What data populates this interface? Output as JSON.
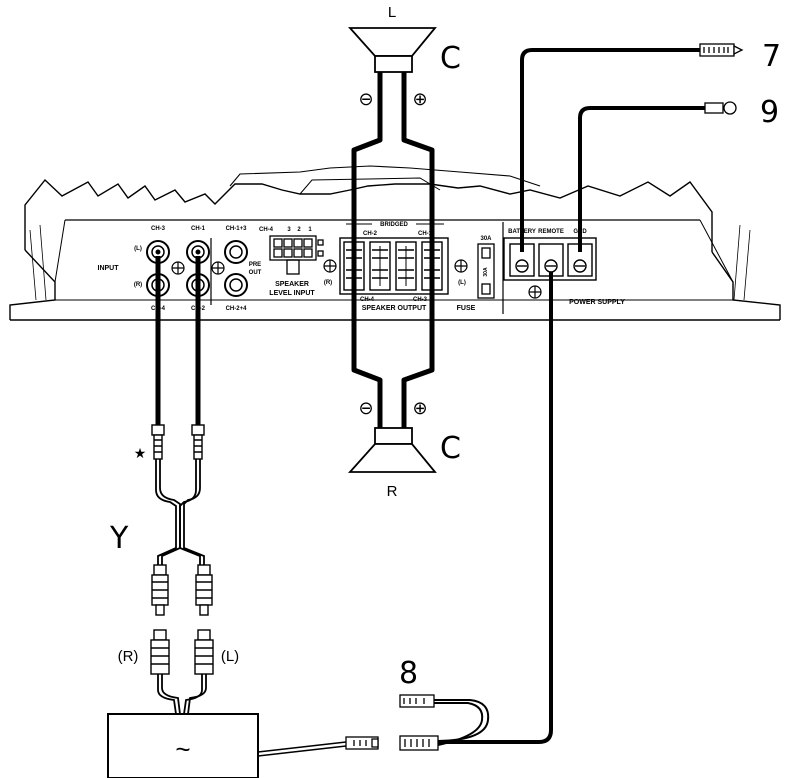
{
  "speakers": {
    "left": {
      "label": "L",
      "callout": "C",
      "minus": "⊖",
      "plus": "⊕"
    },
    "right": {
      "label": "R",
      "callout": "C",
      "minus": "⊖",
      "plus": "⊕"
    }
  },
  "callouts": {
    "battery_lead": "7",
    "ground_lead": "9",
    "remote_lead": "8",
    "y_cable": "Y",
    "star": "★",
    "rca_right": "(R)",
    "rca_left": "(L)",
    "head_unit_symbol": "~"
  },
  "amp": {
    "input": {
      "ch3": "CH-3",
      "ch1": "CH-1",
      "ch4": "CH-4",
      "ch2": "CH-2",
      "left": "(L)",
      "right": "(R)",
      "label": "INPUT"
    },
    "pre_out": {
      "top": "CH-1+3",
      "bottom": "CH-2+4",
      "label1": "PRE",
      "label2": "OUT"
    },
    "speaker_level_input": {
      "pins": [
        "CH-4",
        "3",
        "2",
        "1"
      ],
      "label1": "SPEAKER",
      "label2": "LEVEL INPUT"
    },
    "speaker_output": {
      "bridged": "BRIDGED",
      "top": [
        "CH-2",
        "CH-1"
      ],
      "bottom": [
        "CH-4",
        "CH-3"
      ],
      "left": "(R)",
      "right": "(L)",
      "label": "SPEAKER OUTPUT"
    },
    "fuse": {
      "rating": "30A",
      "inner": "30A",
      "label": "FUSE"
    },
    "power": {
      "terminals": [
        "BATTERY",
        "REMOTE",
        "GND"
      ],
      "label": "POWER SUPPLY"
    }
  }
}
